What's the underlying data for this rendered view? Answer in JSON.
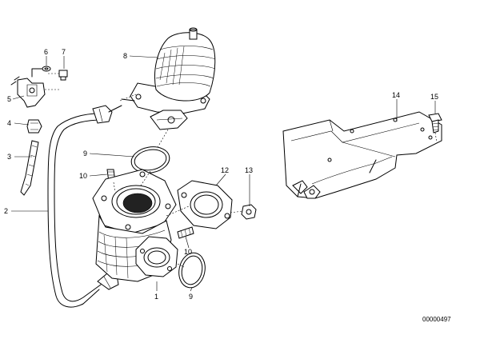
{
  "diagram": {
    "reference_code": "00000497",
    "callouts": {
      "c1": "1",
      "c2": "2",
      "c3": "3",
      "c4": "4",
      "c5": "5",
      "c6": "6",
      "c7": "7",
      "c8": "8",
      "c9a": "9",
      "c9b": "9",
      "c10a": "10",
      "c10b": "10",
      "c12": "12",
      "c13": "13",
      "c14": "14",
      "c15": "15"
    }
  }
}
